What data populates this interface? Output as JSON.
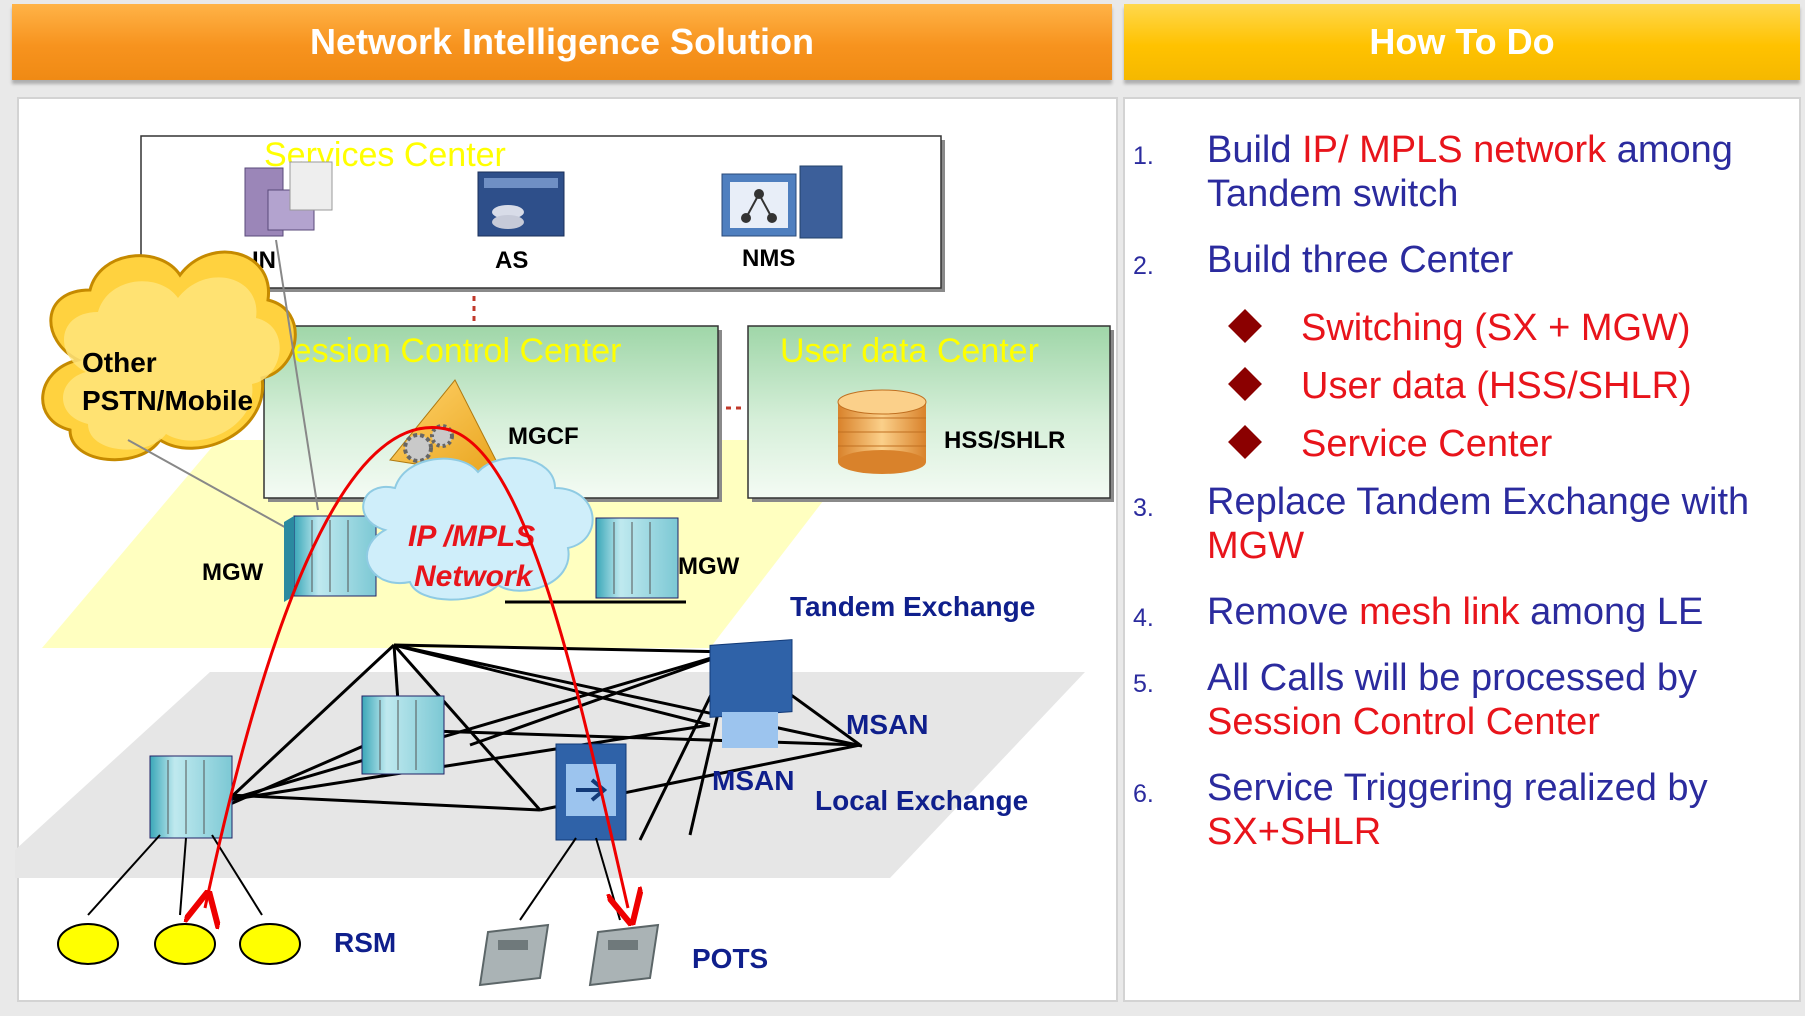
{
  "header": {
    "left_title": "Network Intelligence Solution",
    "right_title": "How To Do"
  },
  "diagram": {
    "services_center": {
      "title": "Services Center",
      "nodes": [
        "IN",
        "AS",
        "NMS"
      ]
    },
    "session_control_center": {
      "title": "Session Control Center",
      "node": "MGCF"
    },
    "user_data_center": {
      "title": "User data Center",
      "node": "HSS/SHLR"
    },
    "other_network": "Other\nPSTN/Mobile",
    "ip_network": "IP /MPLS\nNetwork",
    "mgw_left": "MGW",
    "mgw_right": "MGW",
    "tandem_label": "Tandem  Exchange",
    "msan_top": "MSAN",
    "msan_bottom": "MSAN",
    "local_label": "Local Exchange",
    "rsm_label": "RSM",
    "pots_label": "POTS"
  },
  "steps": [
    {
      "num": "1.",
      "parts": [
        {
          "t": "Build "
        },
        {
          "t": "IP/ MPLS network",
          "hl": true
        },
        {
          "t": " among Tandem switch"
        }
      ]
    },
    {
      "num": "2.",
      "parts": [
        {
          "t": "Build three Center"
        }
      ],
      "subs": [
        "Switching (SX + MGW)",
        "User data (HSS/SHLR)",
        "Service Center"
      ]
    },
    {
      "num": "3.",
      "parts": [
        {
          "t": "Replace Tandem Exchange with "
        },
        {
          "t": "MGW",
          "hl": true
        }
      ]
    },
    {
      "num": "4.",
      "parts": [
        {
          "t": "Remove "
        },
        {
          "t": "mesh link",
          "hl": true
        },
        {
          "t": " among LE"
        }
      ]
    },
    {
      "num": "5.",
      "parts": [
        {
          "t": "All Calls will be processed by "
        },
        {
          "t": "Session Control Center",
          "hl": true
        }
      ]
    },
    {
      "num": "6.",
      "parts": [
        {
          "t": "Service Triggering realized by "
        },
        {
          "t": "SX+SHLR",
          "hl": true
        }
      ]
    }
  ],
  "colors": {
    "orange": "#f7931e",
    "yellow": "#ffc200",
    "text_blue": "#2b2b9e",
    "highlight_red": "#e8141b",
    "label_navy": "#0f1f8c"
  }
}
